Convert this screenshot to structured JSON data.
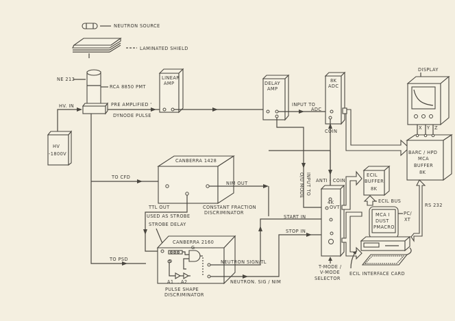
{
  "title": "Neutron detection data acquisition block diagram",
  "legend": {
    "neutron_source": "NEUTRON SOURCE",
    "laminated_shield": "LAMINATED SHIELD"
  },
  "detector": {
    "scintillator": "NE 213",
    "pmt": "RCA 8850 PMT",
    "hv_in": "HV. IN",
    "preamp_line1": "PRE AMPLIFIED '",
    "preamp_line2": "DYNODE PULSE"
  },
  "hv_supply": {
    "line1": "HV",
    "line2": "-1800V"
  },
  "linear_amp": {
    "line1": "LINEAR",
    "line2": "AMP"
  },
  "delay_amp": {
    "line1": "DELAY",
    "line2": "AMP"
  },
  "adc": {
    "line1": "8K",
    "line2": "ADC",
    "coin_in": "COIN",
    "input_label_1": "INPUT  TO",
    "input_label_2": "ADC"
  },
  "display": {
    "label": "DISPLAY",
    "x": "X",
    "y": "Y",
    "z": "Z"
  },
  "mca_buffer": {
    "line1": "BARC / HPD",
    "line2": "MCA",
    "line3": "BUFFER",
    "line4": "8K"
  },
  "cfd": {
    "name": "CANBERRA 1428",
    "to_cfd": "TO  CFD",
    "nim_out": "NIM  OUT",
    "desc_line1": "CONSTANT  FRACTION",
    "desc_line2": "DISCRIMINATOR",
    "ttl_out": "TTL  OUT",
    "used_as_strobe": "USED  AS  STROBE",
    "strobe_delay": "STROBE  DELAY"
  },
  "psd": {
    "name": "CANBERRA  2160",
    "to_psd": "TO  PSD",
    "d": "D",
    "g": "G",
    "a1": "A1",
    "a2": ". A2",
    "neutron_sig_ttl": "NEUTRON SIGN/TL",
    "neutron_sig_nim": "NEUTRON. SIG / NIM",
    "desc_line1": "PULSE  SHAPE",
    "desc_line2": "DISCRIMINATOR"
  },
  "selector": {
    "input_to_1": "INPUT  TO",
    "input_to_2": "O/U  MODE",
    "anti_coin": "ANTI - COIN",
    "k4": "4K",
    "ovt": "OVT",
    "start_in": "START  IN",
    "stop_in": "STOP  IN",
    "label_line1": "T-MODE /",
    "label_line2": "V-MODE",
    "label_line3": "SELECTOR"
  },
  "ecil_buffer": {
    "line1": "ECIL",
    "line2": "BUFFER",
    "line3": "8K",
    "bus": "ECIL  BUS"
  },
  "pc": {
    "screen_line1": "MCA I",
    "screen_line2": "DUST",
    "screen_line3": "PMACRO",
    "pc_xt_1": "PC/",
    "pc_xt_2": "XT",
    "rs232": "RS 232",
    "interface_card": "ECIL  INTERFACE  CARD"
  }
}
